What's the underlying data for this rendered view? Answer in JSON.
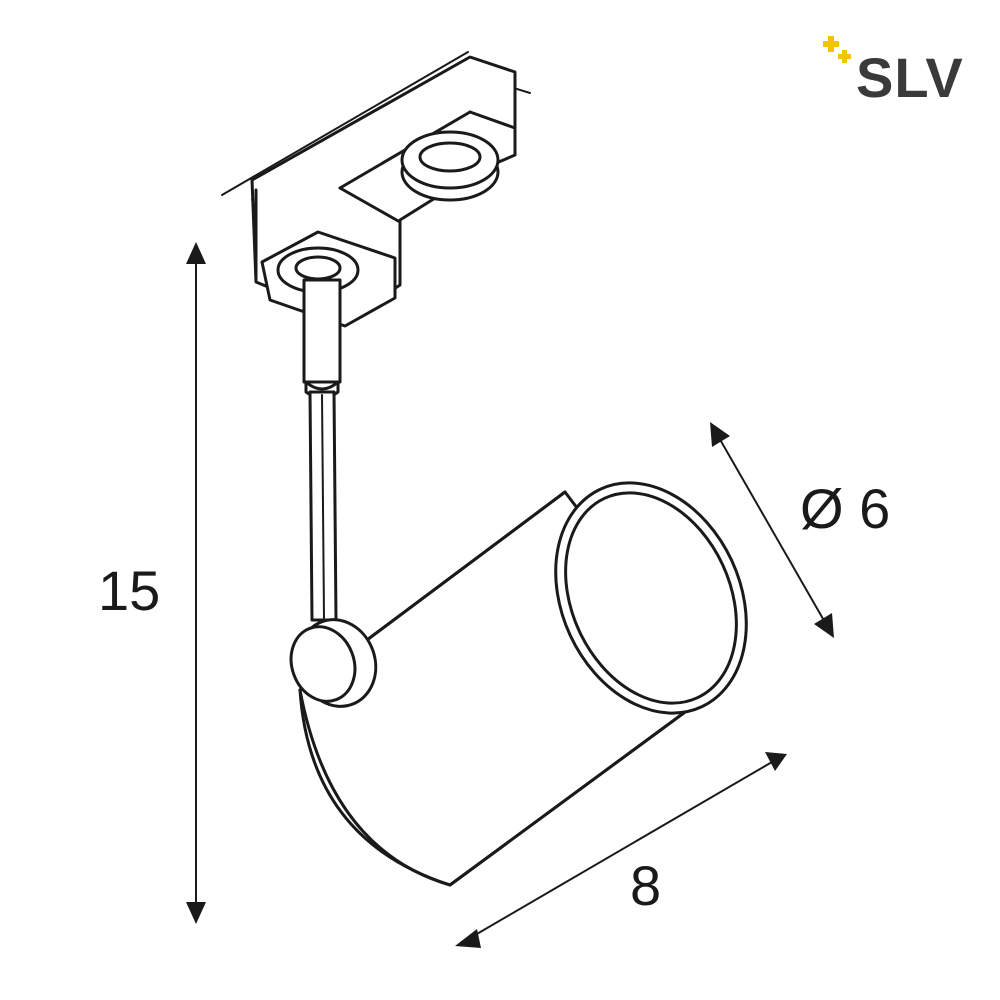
{
  "brand": {
    "name": "SLV",
    "text_color": "#3a3a3a",
    "accent_color": "#f5c400"
  },
  "dimensions": {
    "height_label": "15",
    "diameter_label": "Ø 6",
    "length_label": "8"
  },
  "colors": {
    "line": "#1a1a1a",
    "background": "#ffffff"
  }
}
